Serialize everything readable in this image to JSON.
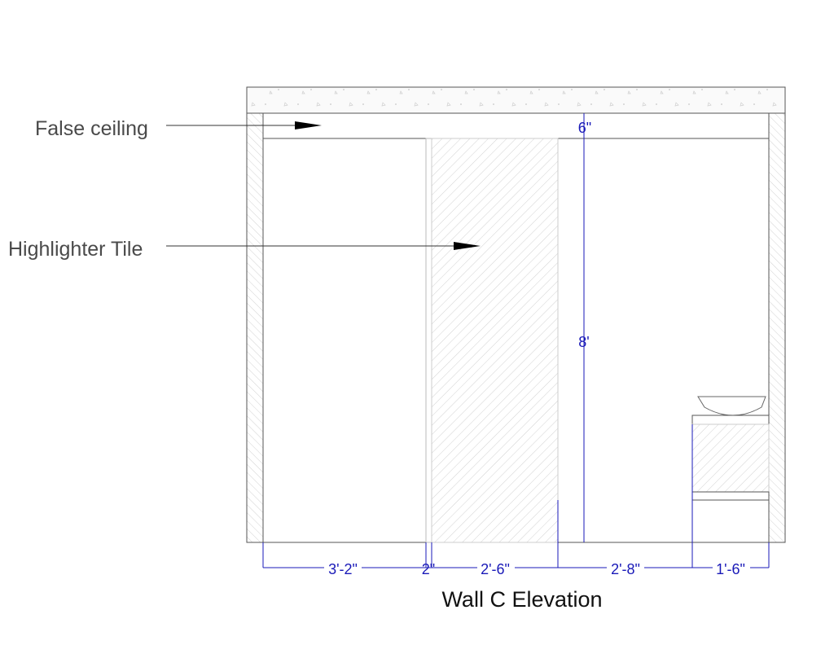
{
  "title": "Wall C Elevation",
  "annotations": {
    "false_ceiling": "False ceiling",
    "highlighter_tile": "Highlighter Tile"
  },
  "dimensions": {
    "vertical": [
      "6\"",
      "8'"
    ],
    "horizontal": [
      "3'-2\"",
      "2\"",
      "2'-6\"",
      "2'-8\"",
      "1'-6\""
    ]
  },
  "colors": {
    "dimension": "#1a1ab8",
    "line": "#555555",
    "hatch": "#cfcfcf"
  }
}
